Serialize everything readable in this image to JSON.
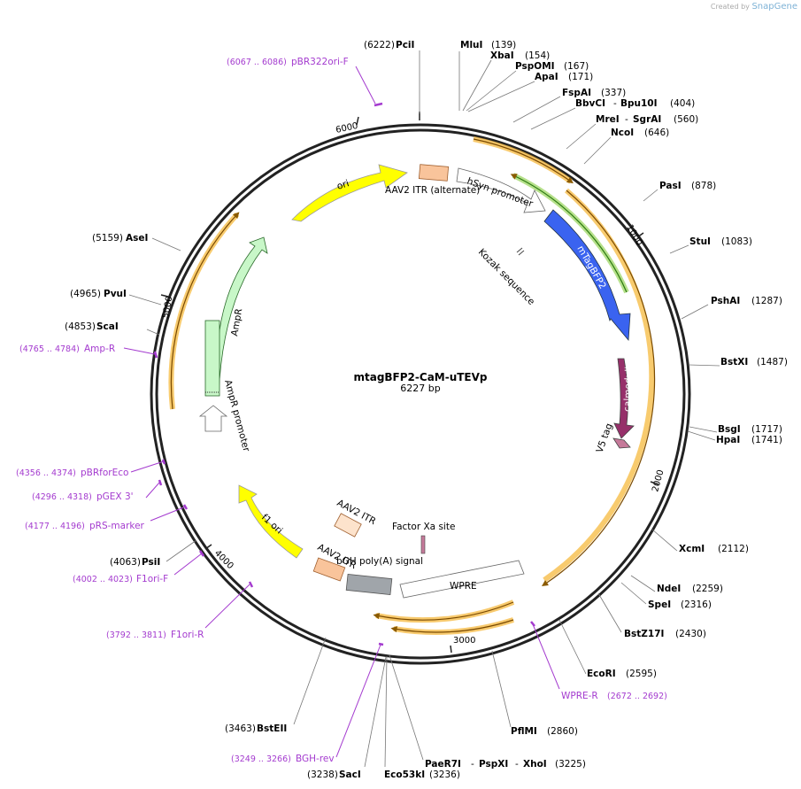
{
  "credit": "Created by",
  "brand": "SnapGene",
  "plasmid": {
    "name": "mtagBFP2-CaM-uTEVp",
    "length_label": "6227 bp"
  },
  "ticks": [
    "1000",
    "2000",
    "3000",
    "4000",
    "5000",
    "6000"
  ],
  "sites": [
    {
      "name": "PciI",
      "pos": "(6222)"
    },
    {
      "name": "MluI",
      "pos": "(139)"
    },
    {
      "name": "XbaI",
      "pos": "(154)"
    },
    {
      "name": "PspOMI",
      "pos": "(167)"
    },
    {
      "name": "ApaI",
      "pos": "(171)"
    },
    {
      "name": "FspAI",
      "pos": "(337)"
    },
    {
      "name": "BbvCI",
      "pos": "(404)"
    },
    {
      "name": "Bpu10I",
      "pos": ""
    },
    {
      "name": "MreI",
      "pos": "(560)"
    },
    {
      "name": "SgrAI",
      "pos": ""
    },
    {
      "name": "NcoI",
      "pos": "(646)"
    },
    {
      "name": "PasI",
      "pos": "(878)"
    },
    {
      "name": "StuI",
      "pos": "(1083)"
    },
    {
      "name": "PshAI",
      "pos": "(1287)"
    },
    {
      "name": "BstXI",
      "pos": "(1487)"
    },
    {
      "name": "BsgI",
      "pos": "(1717)"
    },
    {
      "name": "HpaI",
      "pos": "(1741)"
    },
    {
      "name": "XcmI",
      "pos": "(2112)"
    },
    {
      "name": "NdeI",
      "pos": "(2259)"
    },
    {
      "name": "SpeI",
      "pos": "(2316)"
    },
    {
      "name": "BstZ17I",
      "pos": "(2430)"
    },
    {
      "name": "EcoRI",
      "pos": "(2595)"
    },
    {
      "name": "PflMI",
      "pos": "(2860)"
    },
    {
      "name": "PaeR7I",
      "pos": "(3225)"
    },
    {
      "name": "PspXI",
      "pos": ""
    },
    {
      "name": "XhoI",
      "pos": ""
    },
    {
      "name": "Eco53kI",
      "pos": "(3236)"
    },
    {
      "name": "SacI",
      "pos": "(3238)"
    },
    {
      "name": "BstEII",
      "pos": "(3463)"
    },
    {
      "name": "PsiI",
      "pos": "(4063)"
    },
    {
      "name": "ScaI",
      "pos": "(4853)"
    },
    {
      "name": "PvuI",
      "pos": "(4965)"
    },
    {
      "name": "AseI",
      "pos": "(5159)"
    }
  ],
  "primers": [
    {
      "name": "pBR322ori-F",
      "range": "(6067 .. 6086)"
    },
    {
      "name": "Amp-R",
      "range": "(4765 .. 4784)"
    },
    {
      "name": "pBRforEco",
      "range": "(4356 .. 4374)"
    },
    {
      "name": "pGEX 3'",
      "range": "(4296 .. 4318)"
    },
    {
      "name": "pRS-marker",
      "range": "(4177 .. 4196)"
    },
    {
      "name": "F1ori-F",
      "range": "(4002 .. 4023)"
    },
    {
      "name": "F1ori-R",
      "range": "(3792 .. 3811)"
    },
    {
      "name": "BGH-rev",
      "range": "(3249 .. 3266)"
    },
    {
      "name": "WPRE-R",
      "range": "(2672 .. 2692)"
    }
  ],
  "features": {
    "ori": "ori",
    "itr_alt": "AAV2 ITR (alternate)",
    "hsyn": "hSyn promoter",
    "kozak": "Kozak sequence",
    "bfp": "mTagBFP2",
    "cam": "calmodulin",
    "v5": "V5 tag",
    "ampr": "AmpR",
    "ampr_promoter": "AmpR promoter",
    "f1ori": "f1 ori",
    "itr1": "AAV2 ITR",
    "itr2": "AAV2 ITR",
    "factor_xa": "Factor Xa site",
    "bgh": "bGH poly(A) signal",
    "wpre": "WPRE"
  },
  "colors": {
    "backbone": "#222222",
    "primer": "#a43bcf",
    "ori": "#ffff00",
    "bfp": "#3a63f0",
    "cam": "#96306a",
    "ampr": "#c8f7c8",
    "itr": "#f9c49b",
    "bgh": "#a0a5aa",
    "orf": "#f6b93e"
  }
}
